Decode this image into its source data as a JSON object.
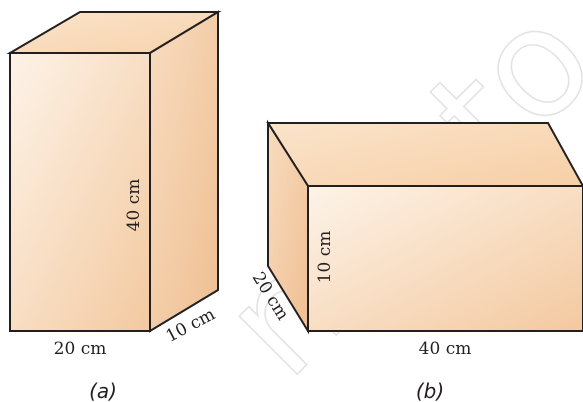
{
  "watermark": "not to",
  "boxes": [
    {
      "id": "a",
      "caption": "(a)",
      "labels": {
        "height": "40 cm",
        "width": "20 cm",
        "depth": "10 cm"
      }
    },
    {
      "id": "b",
      "caption": "(b)",
      "labels": {
        "height": "10 cm",
        "width": "40 cm",
        "depth": "20 cm"
      }
    }
  ],
  "colors": {
    "outline": "#231f20",
    "top_face": "#f9d8b4",
    "front_face_light": "#fdf3e8",
    "front_face_dark": "#f3c9a0",
    "side_face": "#f2c69d"
  }
}
